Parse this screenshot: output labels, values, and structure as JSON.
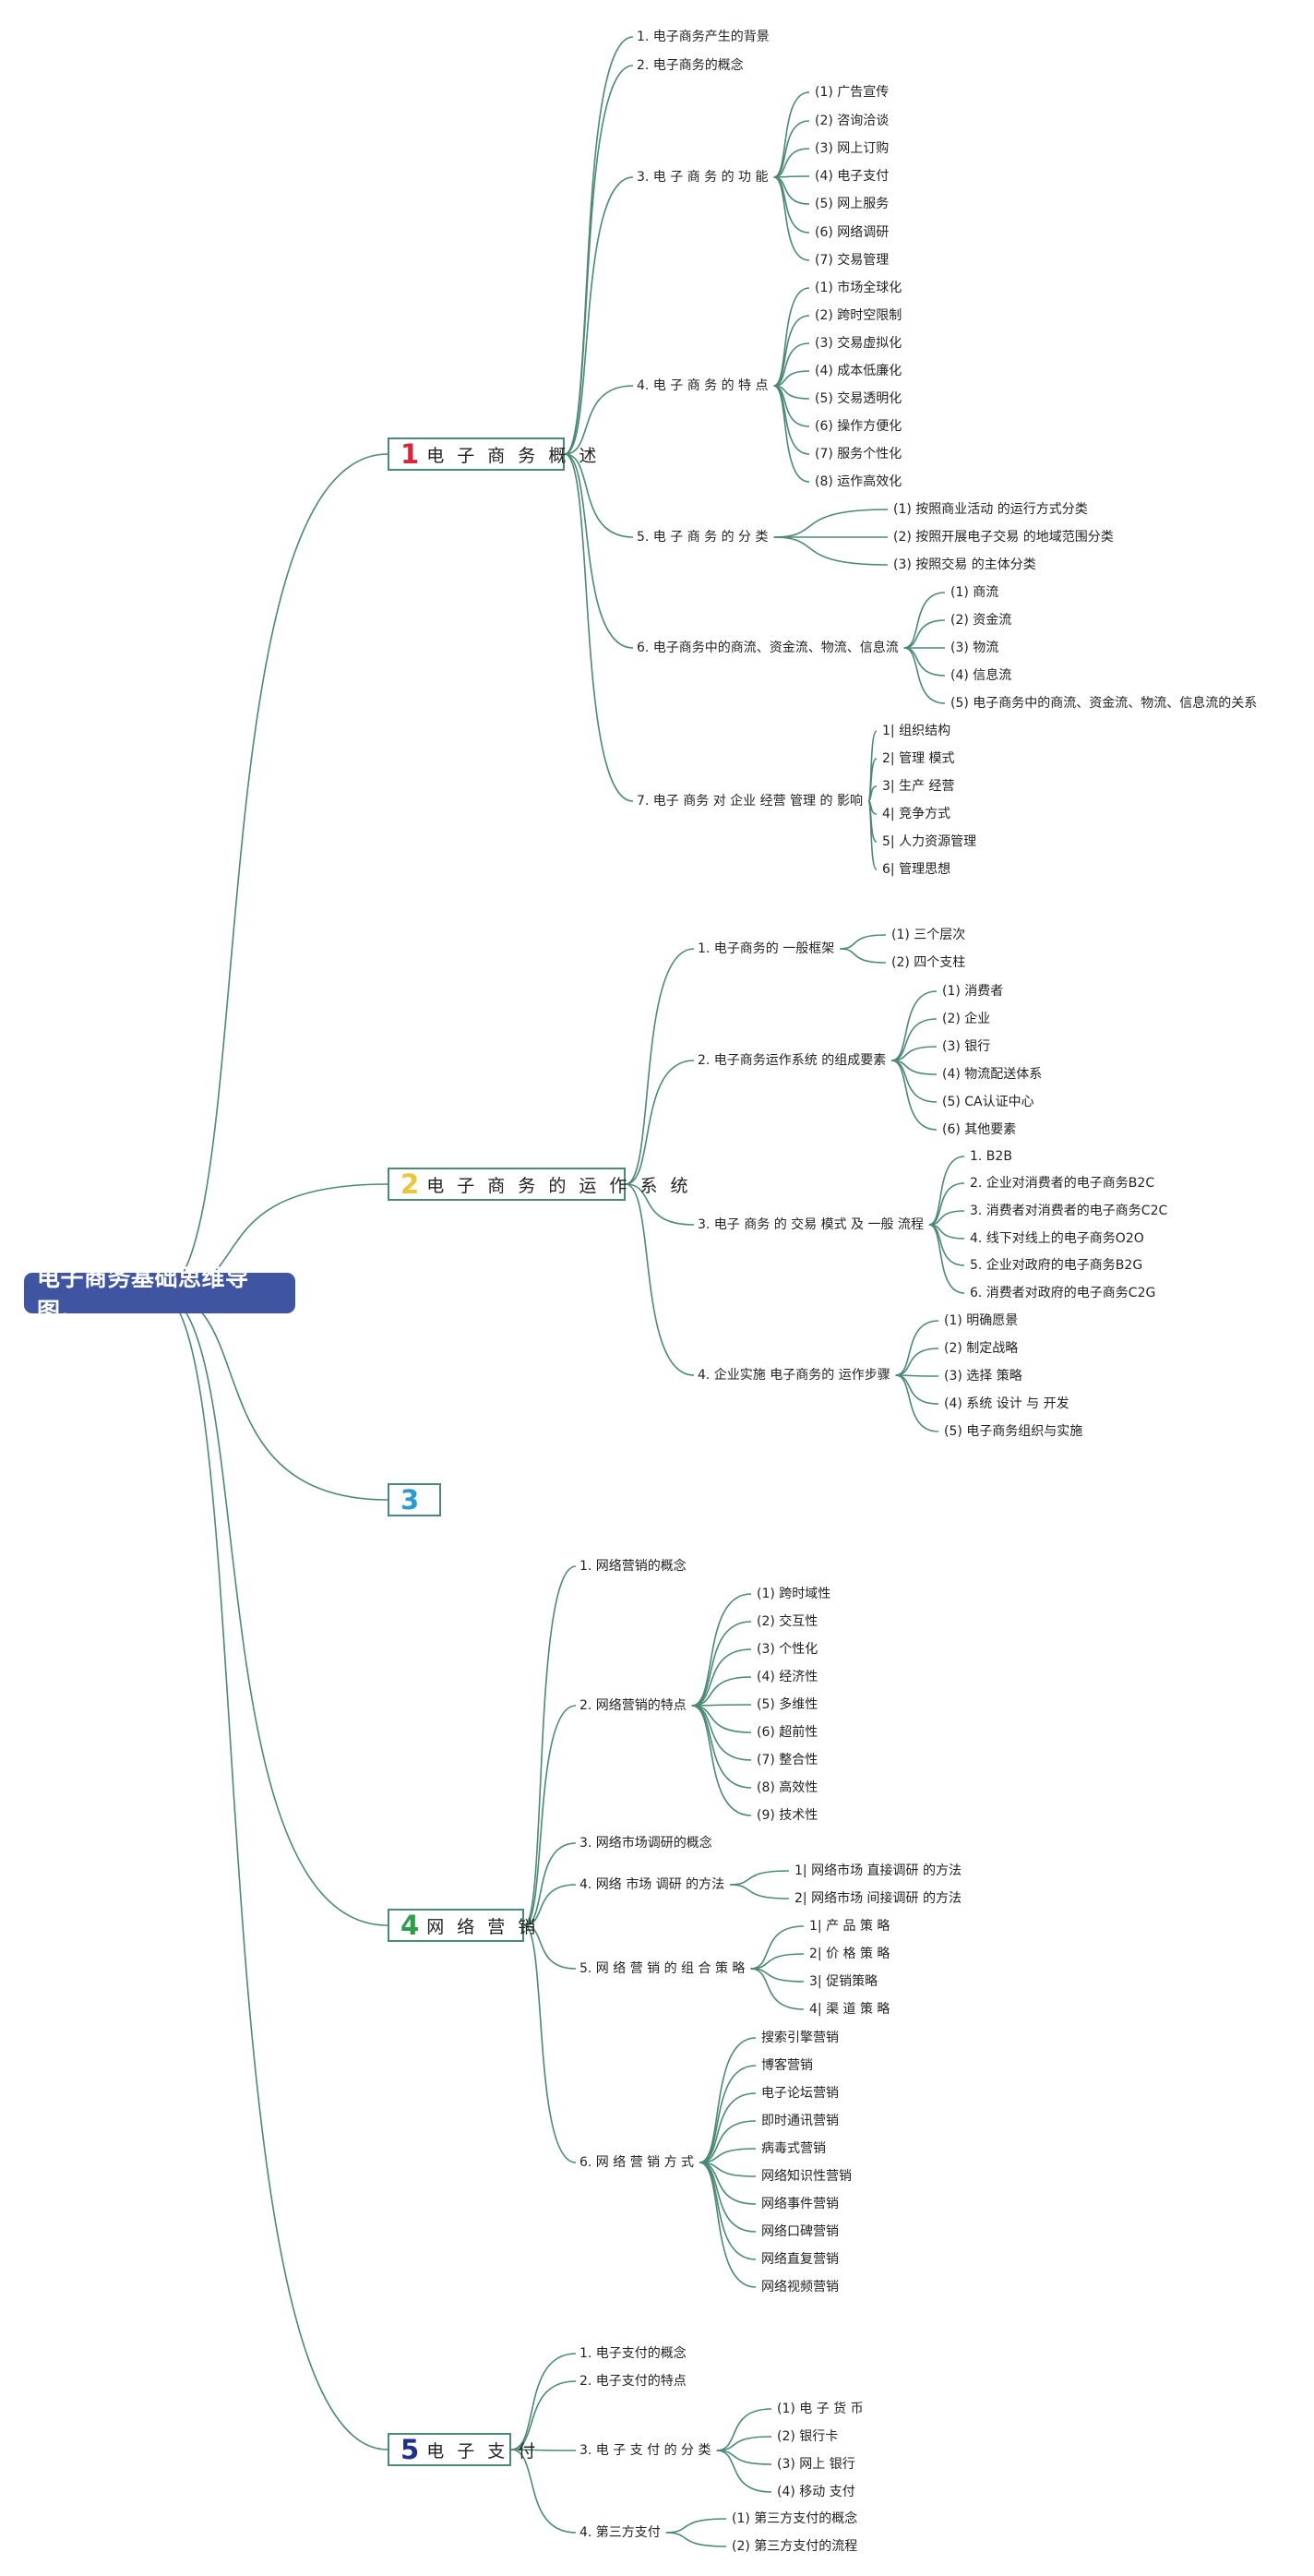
{
  "root": {
    "label": "电子商务基础思维导图。"
  },
  "colors": {
    "line": "#4a8a73",
    "root_bg": "#3f55a2"
  },
  "branches": [
    {
      "id": "b1",
      "number": "1",
      "number_color": "#d9263a",
      "label": "电 子 商 务 概 述",
      "children": [
        {
          "label": "1. 电子商务产生的背景"
        },
        {
          "label": "2. 电子商务的概念"
        },
        {
          "label": "3. 电 子 商 务 的 功 能",
          "children": [
            "(1) 广告宣传",
            "(2) 咨询洽谈",
            "(3) 网上订购",
            "(4) 电子支付",
            "(5) 网上服务",
            "(6) 网络调研",
            "(7) 交易管理"
          ]
        },
        {
          "label": "4. 电 子 商 务 的 特 点",
          "children": [
            "(1) 市场全球化",
            "(2) 跨时空限制",
            "(3) 交易虚拟化",
            "(4) 成本低廉化",
            "(5) 交易透明化",
            "(6) 操作方便化",
            "(7) 服务个性化",
            "(8) 运作高效化"
          ]
        },
        {
          "label": "5. 电 子 商 务 的 分 类",
          "children": [
            "(1) 按照商业活动 的运行方式分类",
            "(2) 按照开展电子交易 的地域范围分类",
            "(3) 按照交易 的主体分类"
          ]
        },
        {
          "label": "6. 电子商务中的商流、资金流、物流、信息流",
          "children": [
            "(1) 商流",
            "(2) 资金流",
            "(3) 物流",
            "(4) 信息流",
            "(5) 电子商务中的商流、资金流、物流、信息流的关系"
          ]
        },
        {
          "label": "7. 电子 商务 对 企业 经营 管理 的 影响",
          "children": [
            "1| 组织结构",
            "2| 管理 模式",
            "3| 生产 经营",
            "4| 竞争方式",
            "5| 人力资源管理",
            "6| 管理思想"
          ]
        }
      ]
    },
    {
      "id": "b2",
      "number": "2",
      "number_color": "#e9c53a",
      "label": "电 子 商 务 的 运 作 系 统",
      "children": [
        {
          "label": "1. 电子商务的 一般框架",
          "children": [
            "(1) 三个层次",
            "(2) 四个支柱"
          ]
        },
        {
          "label": "2. 电子商务运作系统 的组成要素",
          "children": [
            "(1) 消费者",
            "(2) 企业",
            "(3) 银行",
            "(4) 物流配送体系",
            "(5) CA认证中心",
            "(6) 其他要素"
          ]
        },
        {
          "label": "3. 电子 商务 的 交易 模式 及 一般 流程",
          "children": [
            "1. B2B",
            "2. 企业对消费者的电子商务B2C",
            "3. 消费者对消费者的电子商务C2C",
            "4. 线下对线上的电子商务O2O",
            "5. 企业对政府的电子商务B2G",
            "6. 消费者对政府的电子商务C2G"
          ]
        },
        {
          "label": "4. 企业实施 电子商务的 运作步骤",
          "children": [
            "(1) 明确愿景",
            "(2) 制定战略",
            "(3) 选择 策略",
            "(4) 系统 设计 与 开发",
            "(5) 电子商务组织与实施"
          ]
        }
      ]
    },
    {
      "id": "b3",
      "number": "3",
      "number_color": "#2a9ad2",
      "label": "",
      "children": []
    },
    {
      "id": "b4",
      "number": "4",
      "number_color": "#2aa048",
      "label": "网 络 营 销",
      "children": [
        {
          "label": "1. 网络营销的概念"
        },
        {
          "label": "2. 网络营销的特点",
          "children": [
            "(1) 跨时域性",
            "(2) 交互性",
            "(3) 个性化",
            "(4) 经济性",
            "(5) 多维性",
            "(6) 超前性",
            "(7) 整合性",
            "(8) 高效性",
            "(9) 技术性"
          ]
        },
        {
          "label": "3. 网络市场调研的概念"
        },
        {
          "label": "4. 网络 市场 调研 的方法",
          "children": [
            "1| 网络市场 直接调研 的方法",
            "2| 网络市场 间接调研 的方法"
          ]
        },
        {
          "label": "5. 网 络 营 销 的 组 合 策 略",
          "children": [
            "1| 产 品 策 略",
            "2| 价 格 策 略",
            "3| 促销策略",
            "4| 渠 道 策 略"
          ]
        },
        {
          "label": "6. 网 络 营 销 方 式",
          "children": [
            "搜索引擎营销",
            "博客营销",
            "电子论坛营销",
            "即时通讯营销",
            "病毒式营销",
            "网络知识性营销",
            "网络事件营销",
            "网络口碑营销",
            "网络直复营销",
            "网络视频营销"
          ]
        }
      ]
    },
    {
      "id": "b5",
      "number": "5",
      "number_color": "#1f2f8a",
      "label": "电 子 支 付",
      "children": [
        {
          "label": "1. 电子支付的概念"
        },
        {
          "label": "2. 电子支付的特点"
        },
        {
          "label": "3. 电 子 支 付 的 分 类",
          "children": [
            "(1) 电 子 货 币",
            "(2) 银行卡",
            "(3) 网上 银行",
            "(4) 移动 支付"
          ]
        },
        {
          "label": "4. 第三方支付",
          "children": [
            "(1) 第三方支付的概念",
            "(2) 第三方支付的流程"
          ]
        }
      ]
    }
  ]
}
